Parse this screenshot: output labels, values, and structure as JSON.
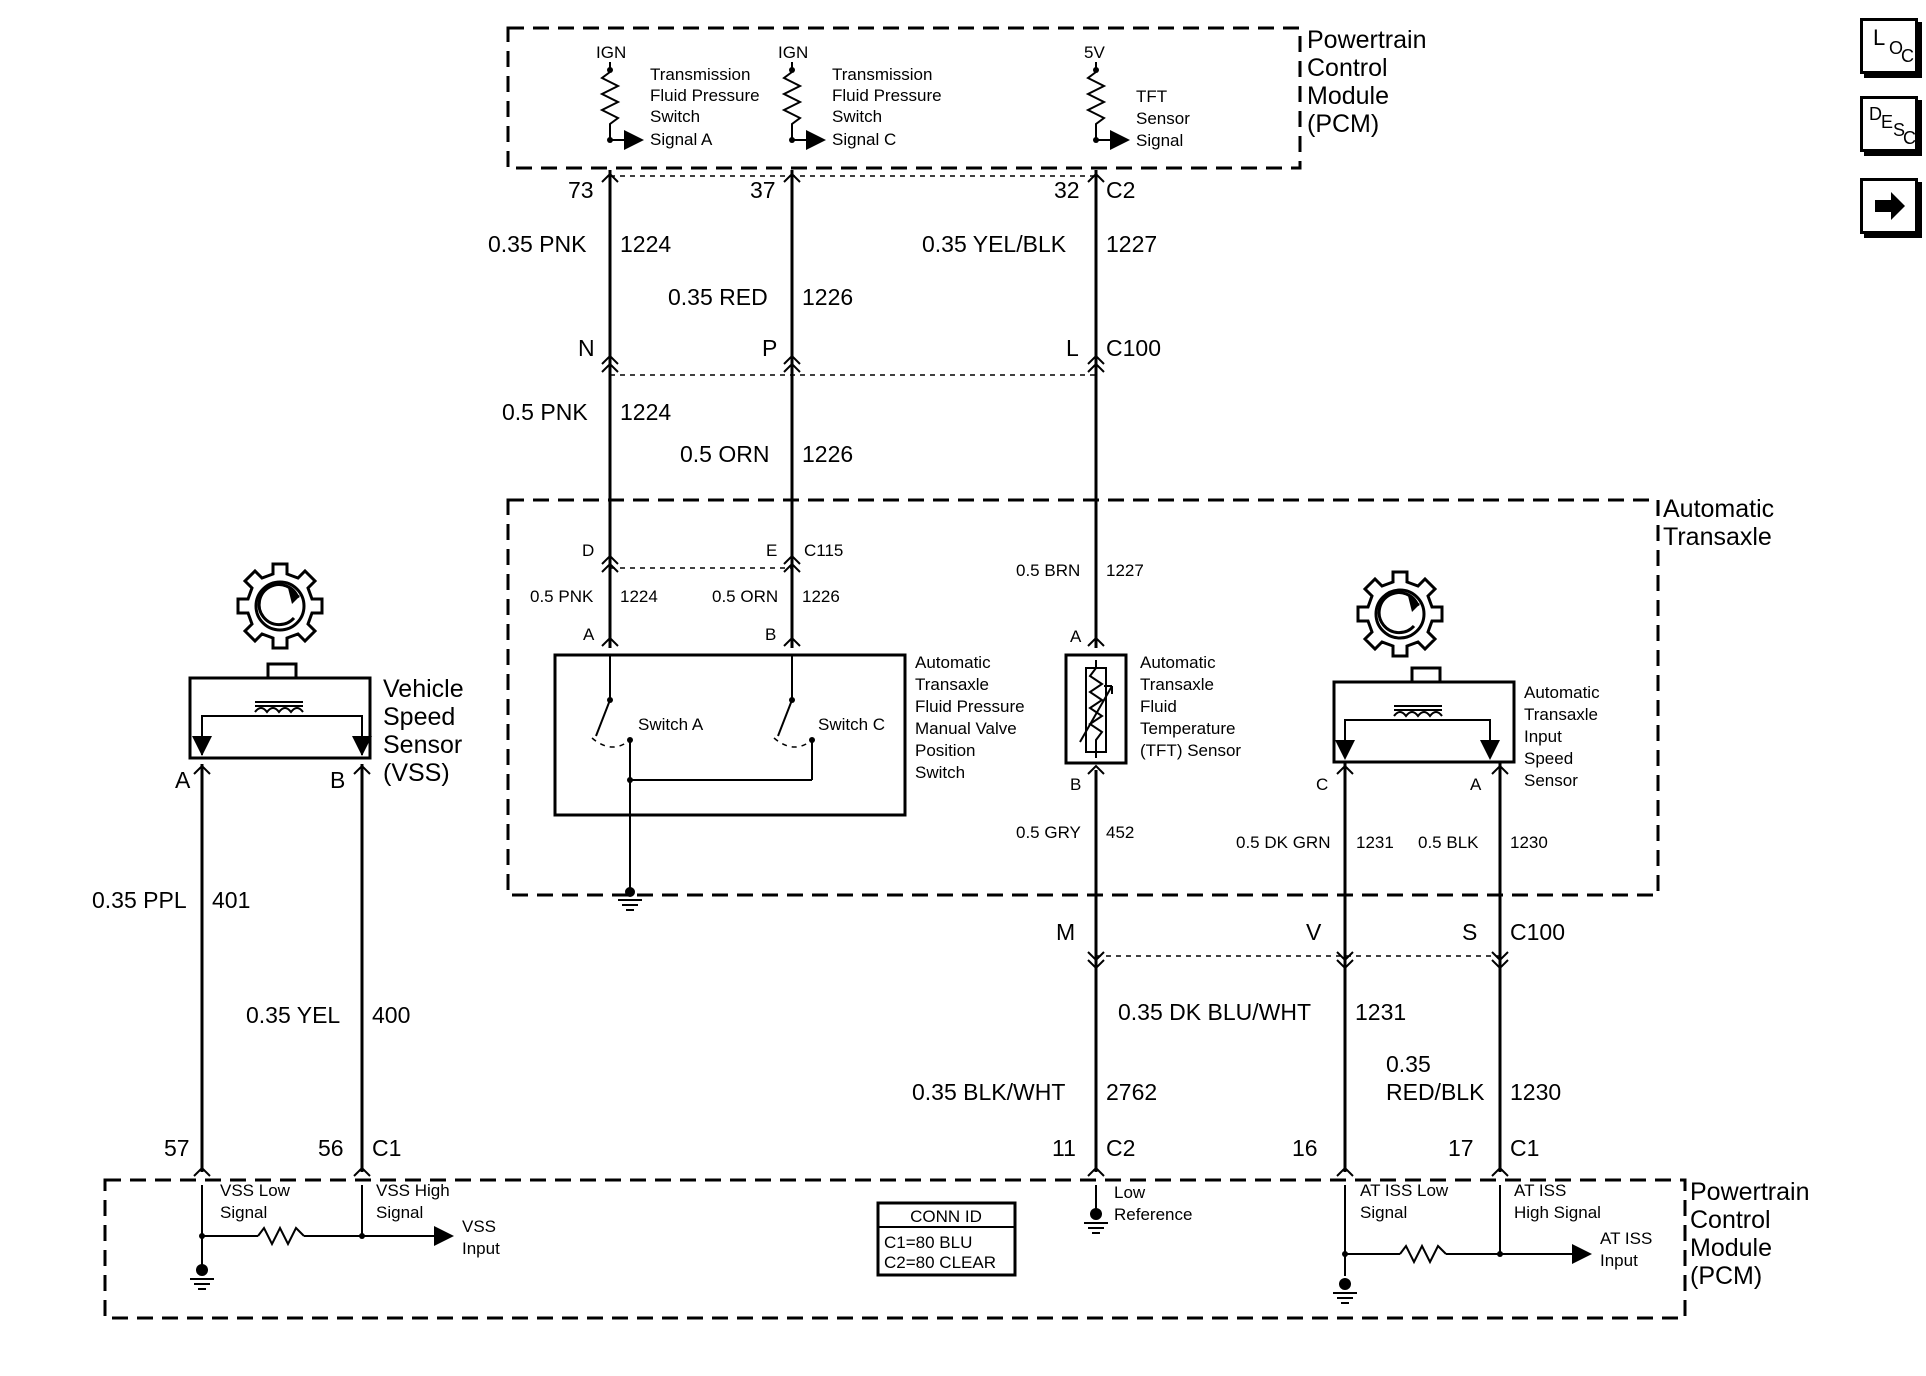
{
  "modules": {
    "pcm_top": [
      "Powertrain",
      "Control",
      "Module",
      "(PCM)"
    ],
    "pcm_bottom": [
      "Powertrain",
      "Control",
      "Module",
      "(PCM)"
    ],
    "transaxle": [
      "Automatic",
      "Transaxle"
    ]
  },
  "pcm_top_inputs": [
    {
      "supply": "IGN",
      "label": [
        "Transmission",
        "Fluid Pressure",
        "Switch",
        "Signal A"
      ],
      "pin": "73"
    },
    {
      "supply": "IGN",
      "label": [
        "Transmission",
        "Fluid Pressure",
        "Switch",
        "Signal C"
      ],
      "pin": "37"
    },
    {
      "supply": "5V",
      "label": [
        "TFT",
        "Sensor",
        "Signal"
      ],
      "pin": "32",
      "connector": "C2"
    }
  ],
  "wires": {
    "pnk_upper": {
      "gauge": "0.35 PNK",
      "circuit": "1224"
    },
    "red_upper": {
      "gauge": "0.35 RED",
      "circuit": "1226"
    },
    "yelblk_upper": {
      "gauge": "0.35 YEL/BLK",
      "circuit": "1227"
    },
    "pnk_mid": {
      "gauge": "0.5 PNK",
      "circuit": "1224"
    },
    "orn_mid": {
      "gauge": "0.5 ORN",
      "circuit": "1226"
    },
    "pnk_inner": {
      "gauge": "0.5 PNK",
      "circuit": "1224"
    },
    "orn_inner": {
      "gauge": "0.5 ORN",
      "circuit": "1226"
    },
    "brn": {
      "gauge": "0.5 BRN",
      "circuit": "1227"
    },
    "gry": {
      "gauge": "0.5 GRY",
      "circuit": "452"
    },
    "dkgrn": {
      "gauge": "0.5 DK GRN",
      "circuit": "1231"
    },
    "blk": {
      "gauge": "0.5 BLK",
      "circuit": "1230"
    },
    "ppl": {
      "gauge": "0.35 PPL",
      "circuit": "401"
    },
    "yel": {
      "gauge": "0.35 YEL",
      "circuit": "400"
    },
    "blkwht": {
      "gauge": "0.35 BLK/WHT",
      "circuit": "2762"
    },
    "dkbluwht": {
      "gauge": "0.35 DK BLU/WHT",
      "circuit": "1231"
    },
    "redblk": {
      "gauge_lines": [
        "0.35",
        "RED/BLK"
      ],
      "circuit": "1230"
    }
  },
  "connectors": {
    "c100_top": {
      "pins": [
        "N",
        "P",
        "L"
      ],
      "name": "C100"
    },
    "c115": {
      "pins": [
        "D",
        "E"
      ],
      "name": "C115"
    },
    "c100_bottom": {
      "pins": [
        "M",
        "V",
        "S"
      ],
      "name": "C100"
    },
    "pcm_bottom_pins": {
      "vss_low": "57",
      "vss_high": "56",
      "c1": "C1",
      "low_ref": "11",
      "c2": "C2",
      "iss_low": "16",
      "iss_high": "17",
      "c1b": "C1"
    }
  },
  "components": {
    "pressure_switch": {
      "label": [
        "Automatic",
        "Transaxle",
        "Fluid Pressure",
        "Manual Valve",
        "Position",
        "Switch"
      ],
      "switch_a": "Switch A",
      "switch_c": "Switch C",
      "pin_a": "A",
      "pin_b": "B"
    },
    "tft_sensor": {
      "label": [
        "Automatic",
        "Transaxle",
        "Fluid",
        "Temperature",
        "(TFT) Sensor"
      ],
      "pin_a": "A",
      "pin_b": "B"
    },
    "iss_sensor": {
      "label": [
        "Automatic",
        "Transaxle",
        "Input",
        "Speed",
        "Sensor"
      ],
      "pin_c": "C",
      "pin_a": "A"
    },
    "vss": {
      "label": [
        "Vehicle",
        "Speed",
        "Sensor",
        "(VSS)"
      ],
      "pin_a": "A",
      "pin_b": "B"
    }
  },
  "pcm_bottom_labels": {
    "vss_low": [
      "VSS Low",
      "Signal"
    ],
    "vss_high": [
      "VSS High",
      "Signal"
    ],
    "vss_input": [
      "VSS",
      "Input"
    ],
    "low_ref": [
      "Low",
      "Reference"
    ],
    "iss_low": [
      "AT ISS Low",
      "Signal"
    ],
    "iss_high": [
      "AT ISS",
      "High Signal"
    ],
    "iss_input": [
      "AT ISS",
      "Input"
    ]
  },
  "conn_id": {
    "title": "CONN ID",
    "lines": [
      "C1=80 BLU",
      "C2=80 CLEAR"
    ]
  },
  "nav": {
    "loc": {
      "big": "L",
      "sub": "O",
      "sub2": "C"
    },
    "desc": {
      "big": "D",
      "sub": "E",
      "sub2": "S",
      "sub3": "C"
    },
    "next_icon": "arrow-right-icon"
  }
}
